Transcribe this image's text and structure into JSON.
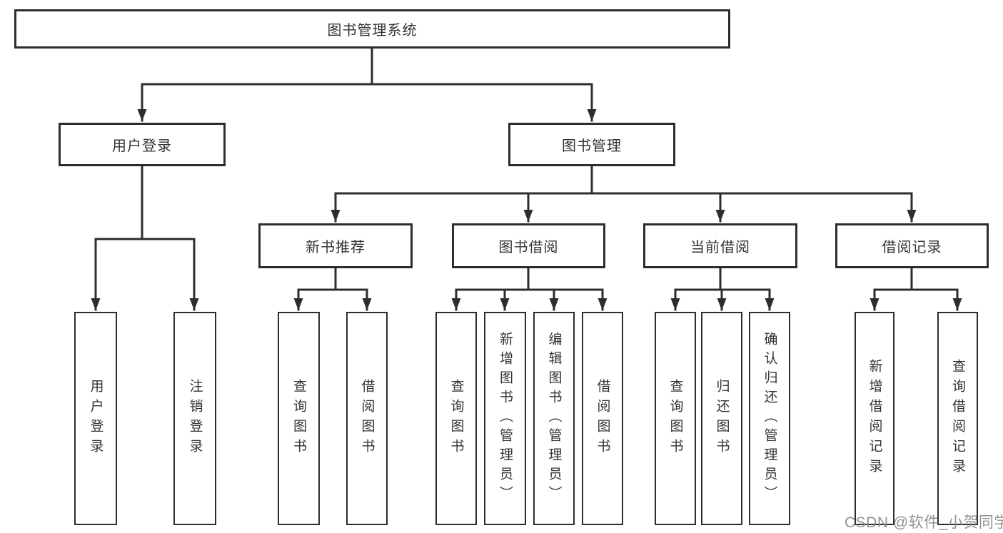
{
  "diagram": {
    "root": {
      "label": "图书管理系统"
    },
    "level2": [
      {
        "id": "user-login",
        "label": "用户登录"
      },
      {
        "id": "book-management",
        "label": "图书管理"
      }
    ],
    "level3": [
      {
        "id": "new-book-recommend",
        "label": "新书推荐"
      },
      {
        "id": "book-borrow",
        "label": "图书借阅"
      },
      {
        "id": "current-borrow",
        "label": "当前借阅"
      },
      {
        "id": "borrow-records",
        "label": "借阅记录"
      }
    ],
    "leaves": [
      {
        "id": "user-login-leaf",
        "parent": "user-login",
        "label": "用户登录"
      },
      {
        "id": "logout-login",
        "parent": "user-login",
        "label": "注销登录"
      },
      {
        "id": "recommend-query-books",
        "parent": "new-book-recommend",
        "label": "查询图书"
      },
      {
        "id": "recommend-borrow-books",
        "parent": "new-book-recommend",
        "label": "借阅图书"
      },
      {
        "id": "borrow-query-books",
        "parent": "book-borrow",
        "label": "查询图书"
      },
      {
        "id": "borrow-add-books-admin",
        "parent": "book-borrow",
        "label": "新增图书（管理员）"
      },
      {
        "id": "borrow-edit-books-admin",
        "parent": "book-borrow",
        "label": "编辑图书（管理员）"
      },
      {
        "id": "borrow-borrow-books",
        "parent": "book-borrow",
        "label": "借阅图书"
      },
      {
        "id": "current-query-books",
        "parent": "current-borrow",
        "label": "查询图书"
      },
      {
        "id": "current-return-books",
        "parent": "current-borrow",
        "label": "归还图书"
      },
      {
        "id": "current-confirm-return-admin",
        "parent": "current-borrow",
        "label": "确认归还（管理员）"
      },
      {
        "id": "records-add-record",
        "parent": "borrow-records",
        "label": "新增借阅记录"
      },
      {
        "id": "records-query-record",
        "parent": "borrow-records",
        "label": "查询借阅记录"
      }
    ],
    "colors": {
      "line": "#333333",
      "box_border": "#2d2d2d",
      "box_background": "#ffffff",
      "text": "#333333",
      "watermark": "#8c8c8c"
    }
  },
  "watermark": {
    "text": "CSDN @软件_小贺同学"
  }
}
